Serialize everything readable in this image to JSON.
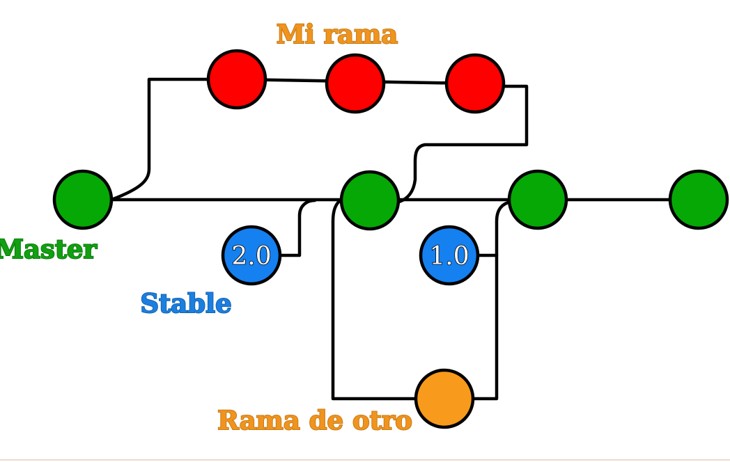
{
  "labels": {
    "mi_rama": "Mi rama",
    "master": "Master",
    "stable": "Stable",
    "rama_de_otro": "Rama de otro",
    "version_2": "2.0",
    "version_1": "1.0"
  },
  "colors": {
    "master": "#06a806",
    "mi_rama": "#ff0000",
    "stable": "#1580f0",
    "rama_de_otro": "#f89a1c",
    "mi_rama_label": "#f0941e",
    "rama_de_otro_label": "#f0941e",
    "master_label": "#11a011",
    "stable_label": "#1a7fe0",
    "line": "#000000"
  }
}
